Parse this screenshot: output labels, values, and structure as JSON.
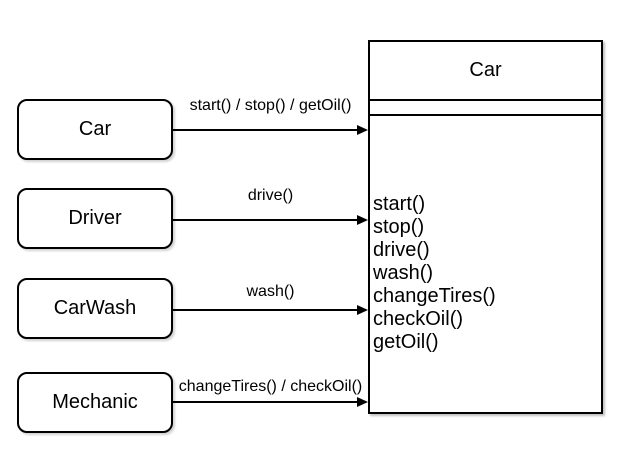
{
  "colors": {
    "stroke": "#000000",
    "fill": "#ffffff",
    "background": "#ffffff",
    "text": "#000000"
  },
  "actors": [
    {
      "label": "Car",
      "message": "start() / stop() / getOil()"
    },
    {
      "label": "Driver",
      "message": "drive()"
    },
    {
      "label": "CarWash",
      "message": "wash()"
    },
    {
      "label": "Mechanic",
      "message": "changeTires() / checkOil()"
    }
  ],
  "class_box": {
    "title": "Car",
    "attributes": [],
    "methods": [
      "start()",
      "stop()",
      "drive()",
      "wash()",
      "changeTires()",
      "checkOil()",
      "getOil()"
    ]
  }
}
